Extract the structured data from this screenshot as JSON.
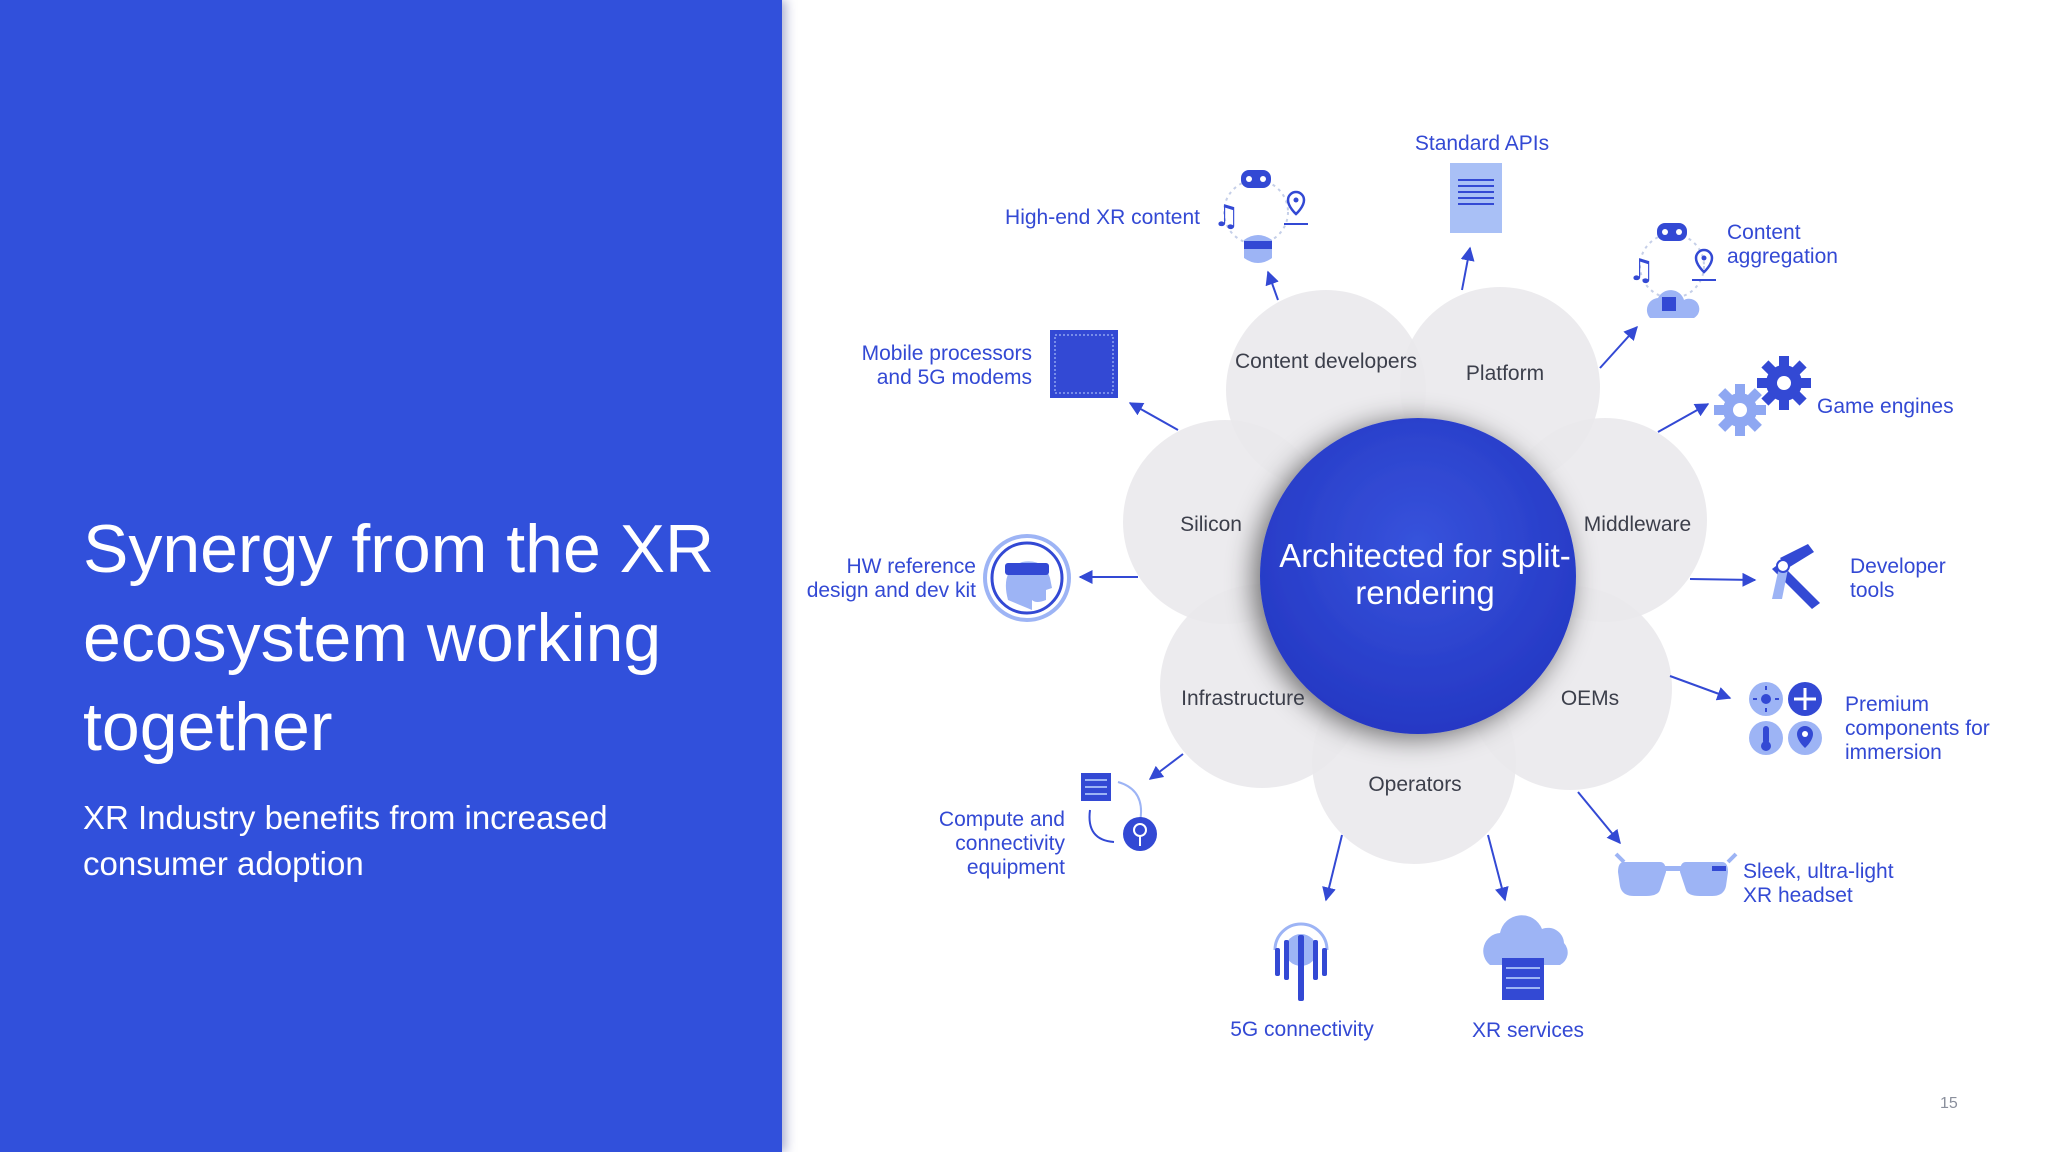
{
  "slide": {
    "title": "Synergy from the XR ecosystem working together",
    "subtitle": "XR Industry benefits from increased consumer adoption",
    "page_number": "15"
  },
  "diagram": {
    "hub": "Architected for split-rendering",
    "petals": {
      "content_developers": "Content developers",
      "platform": "Platform",
      "middleware": "Middleware",
      "oems": "OEMs",
      "operators": "Operators",
      "infrastructure": "Infrastructure",
      "silicon": "Silicon"
    },
    "outer": {
      "standard_apis": "Standard APIs",
      "high_end_xr_content": "High-end XR content",
      "content_aggregation": "Content aggregation",
      "mobile_processors": "Mobile processors and 5G modems",
      "game_engines": "Game engines",
      "hw_reference": "HW reference design and dev kit",
      "developer_tools": "Developer tools",
      "premium_components": "Premium components for immersion",
      "compute_connectivity": "Compute and connectivity equipment",
      "sleek_headset": "Sleek, ultra-light XR headset",
      "connectivity_5g": "5G connectivity",
      "xr_services": "XR services"
    }
  },
  "colors": {
    "left_panel": "#3150db",
    "hub": "#2d46d0",
    "petal": "#e9e8ec",
    "accent_text": "#3349d4",
    "icon_light": "#9db4f5"
  }
}
